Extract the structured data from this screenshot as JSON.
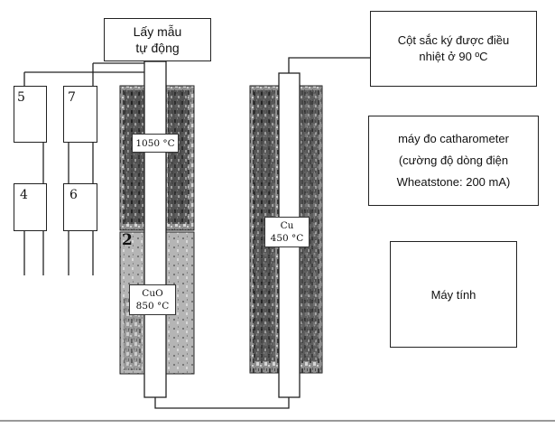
{
  "boxes": {
    "autosampler": "Lấy mẫu\ntự động",
    "gc_column": "Cột sắc ký được điều\nnhiệt ở 90 ºC",
    "catharometer": "máy đo catharometer\n(cường độ dòng điện\nWheatstone: 200 mA)",
    "computer": "Máy tính"
  },
  "valve_numbers": [
    "5",
    "7",
    "4",
    "6"
  ],
  "furnace_label": "2",
  "reactor_labels": {
    "combustion": "1050 °C",
    "cuo": "CuO\n850 °C",
    "cu": "Cu\n450 °C"
  },
  "colors": {
    "line": "#222222",
    "furnace_dark": "#3a3a3a",
    "furnace_light": "#b8b8b8"
  }
}
